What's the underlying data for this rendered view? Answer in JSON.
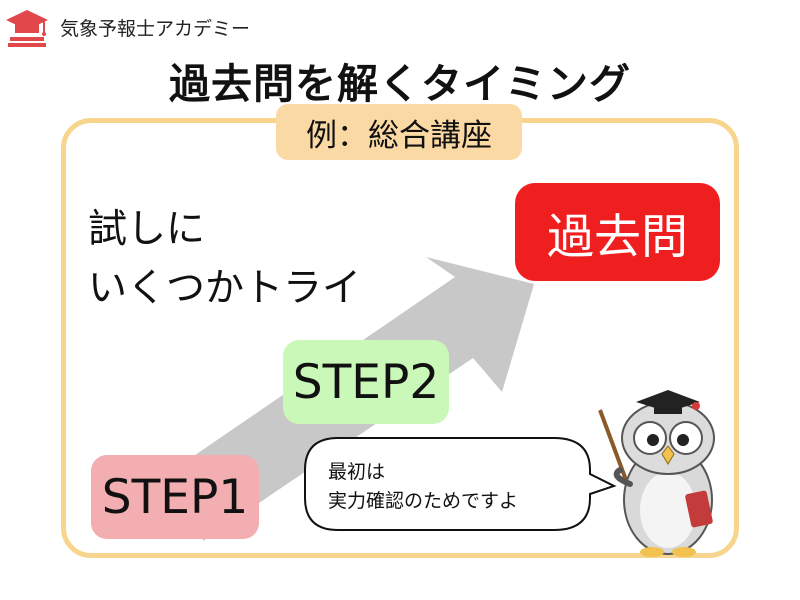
{
  "header": {
    "brand": "気象予報士アカデミー",
    "title": "過去問を解くタイミング"
  },
  "panel": {
    "tag": "例：総合講座"
  },
  "trial": {
    "line1": "試しに",
    "line2": "いくつかトライ"
  },
  "steps": {
    "step1": "STEP1",
    "step2": "STEP2",
    "goal": "過去問"
  },
  "speech": {
    "line1": "最初は",
    "line2": "実力確認のためですよ"
  },
  "colors": {
    "accent_red": "#f01f1f",
    "panel_border": "#f8d58d",
    "tag_bg": "#fad9a4",
    "step1_bg": "#f2aeb0",
    "step2_bg": "#c9f8b9",
    "arrow": "#c8c8c8",
    "logo": "#e2474b"
  },
  "icons": {
    "logo": "graduation-cap-logo-icon",
    "mascot": "owl-teacher-mascot"
  }
}
